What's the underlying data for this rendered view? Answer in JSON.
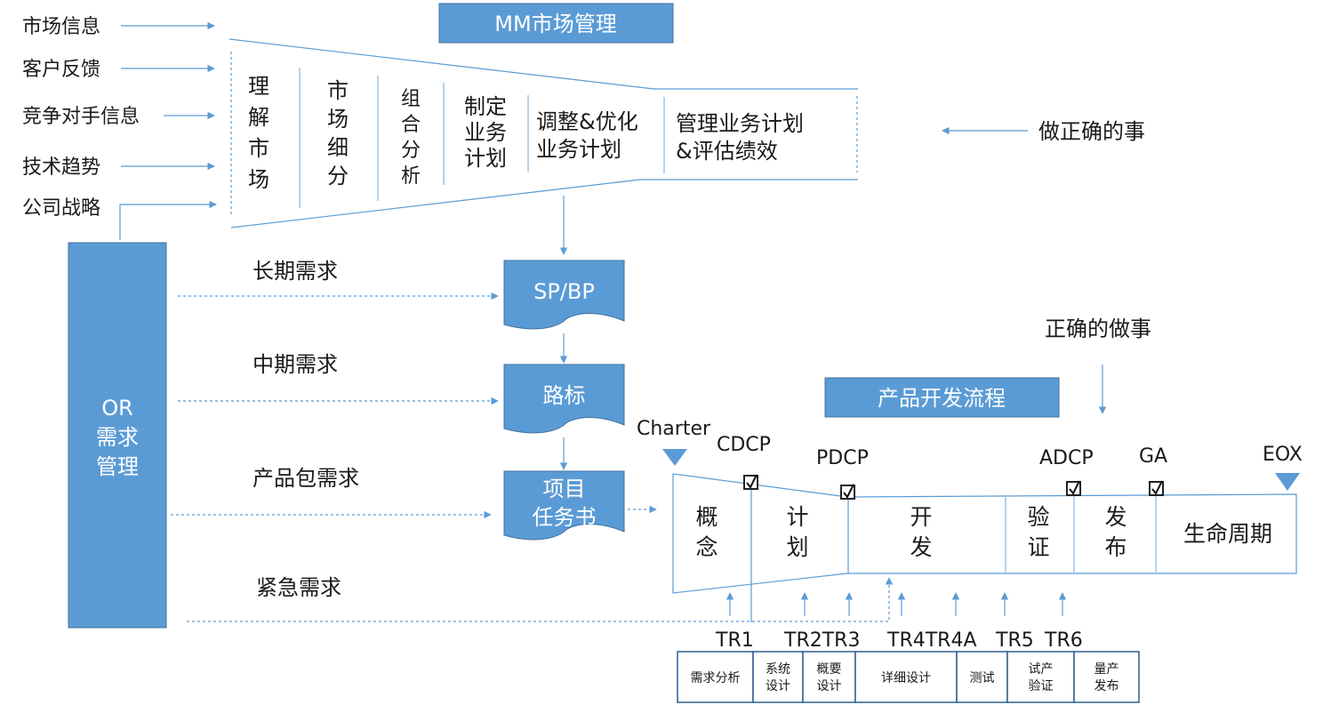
{
  "colors": {
    "accent": "#5b9bd5",
    "accent_border": "#41719c",
    "text": "#1a1a1a"
  },
  "mm": {
    "title": "MM市场管理",
    "inputs": [
      "市场信息",
      "客户反馈",
      "竞争对手信息",
      "技术趋势",
      "公司战略"
    ],
    "steps": [
      {
        "lines": [
          "理",
          "解",
          "市",
          "场"
        ]
      },
      {
        "lines": [
          "市",
          "场",
          "细",
          "分"
        ]
      },
      {
        "lines": [
          "组",
          "合",
          "分",
          "析"
        ]
      },
      {
        "lines": [
          "制定",
          "业务",
          "计划"
        ]
      },
      {
        "lines": [
          "调整&优化",
          "业务计划"
        ]
      },
      {
        "lines": [
          "管理业务计划",
          "&评估绩效"
        ]
      }
    ],
    "right_label": "做正确的事"
  },
  "or": {
    "title_lines": [
      "OR",
      "需求",
      "管理"
    ],
    "demands": [
      "长期需求",
      "中期需求",
      "产品包需求",
      "紧急需求"
    ]
  },
  "docs": [
    "SP/BP",
    "路标",
    "项目\n任务书"
  ],
  "doc_lines": [
    [
      "SP/BP"
    ],
    [
      "路标"
    ],
    [
      "项目",
      "任务书"
    ]
  ],
  "pdp": {
    "title": "产品开发流程",
    "right_label": "正确的做事",
    "milestones": [
      "Charter",
      "CDCP",
      "PDCP",
      "ADCP",
      "GA",
      "EOX"
    ],
    "phases": [
      {
        "lines": [
          "概",
          "念"
        ]
      },
      {
        "lines": [
          "计",
          "划"
        ]
      },
      {
        "lines": [
          "开",
          "发"
        ]
      },
      {
        "lines": [
          "验",
          "证"
        ]
      },
      {
        "lines": [
          "发",
          "布"
        ]
      },
      {
        "lines": [
          "生命周期"
        ]
      }
    ],
    "tr_labels": [
      "TR1",
      "TR2TR3",
      "TR4TR4A",
      "TR5",
      "TR6"
    ],
    "activities": [
      {
        "lines": [
          "需求分析"
        ]
      },
      {
        "lines": [
          "系统",
          "设计"
        ]
      },
      {
        "lines": [
          "概要",
          "设计"
        ]
      },
      {
        "lines": [
          "详细设计"
        ]
      },
      {
        "lines": [
          "测试"
        ]
      },
      {
        "lines": [
          "试产",
          "验证"
        ]
      },
      {
        "lines": [
          "量产",
          "发布"
        ]
      }
    ]
  }
}
